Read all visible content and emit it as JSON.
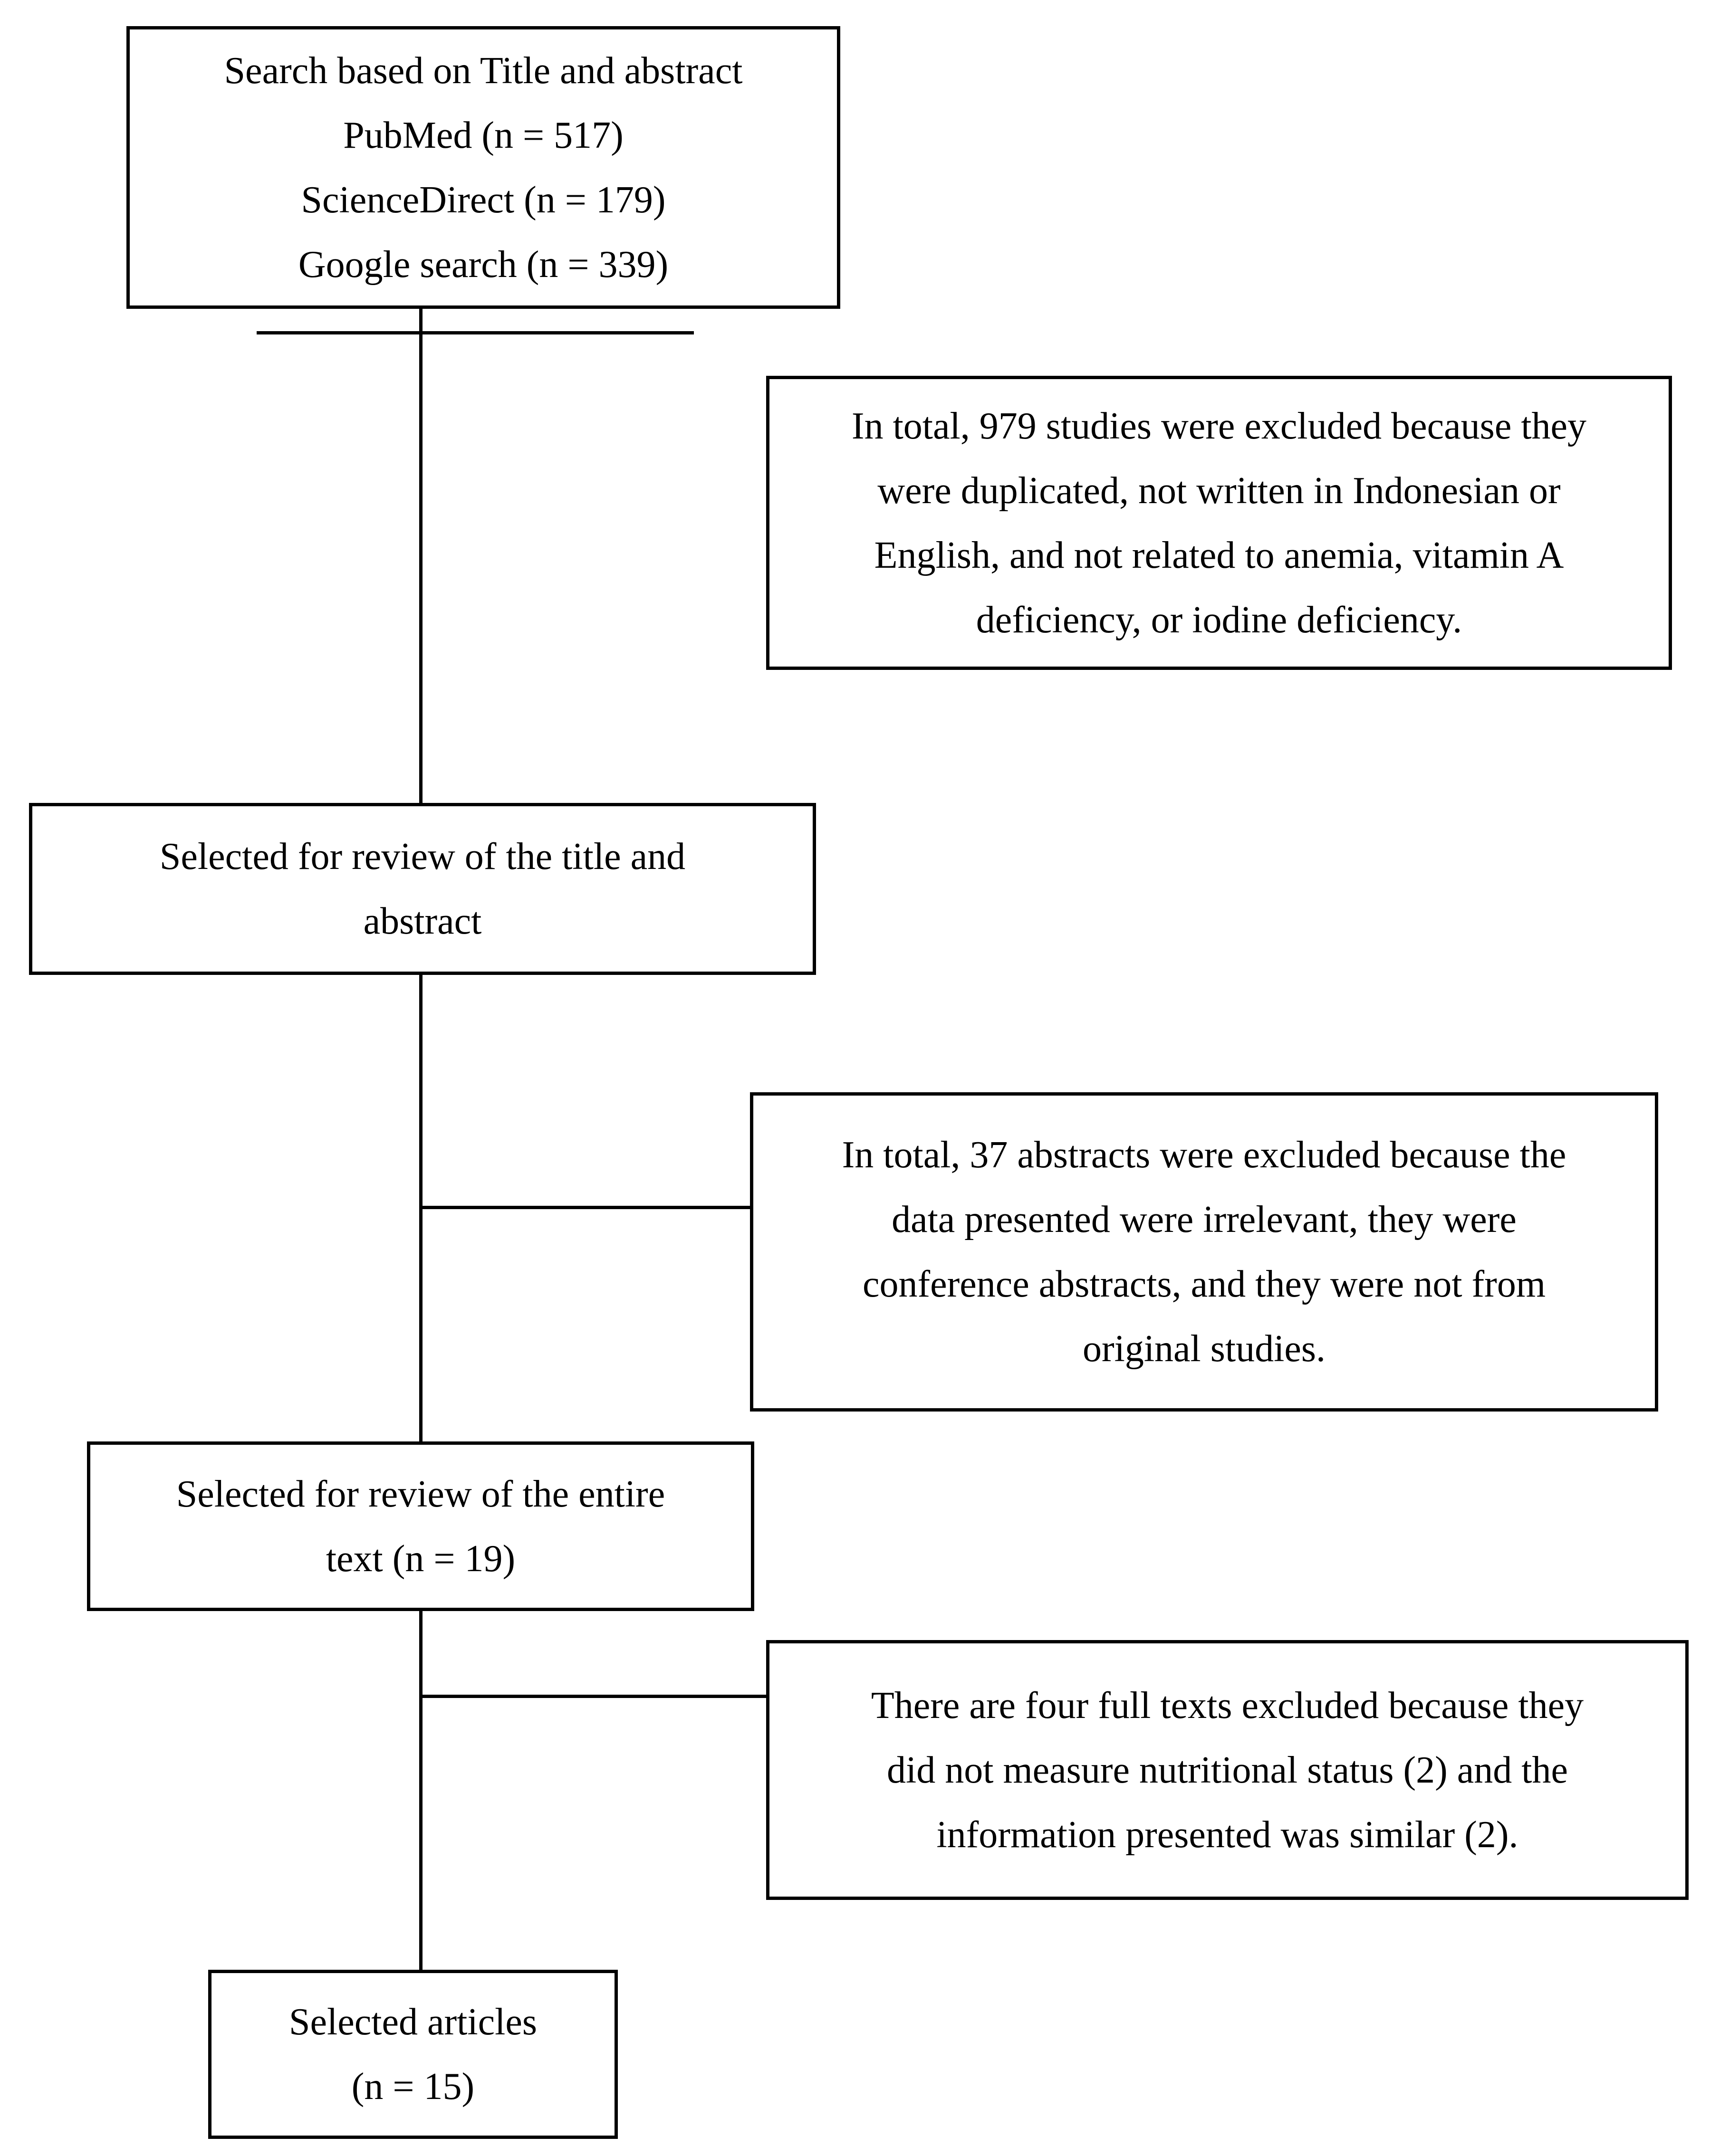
{
  "boxes": {
    "search": {
      "lines": [
        "Search based on Title and abstract",
        "PubMed (n = 517)",
        "ScienceDirect (n = 179)",
        "Google search (n = 339)"
      ]
    },
    "exclusion_1": {
      "lines": [
        "In total, 979 studies were excluded because they",
        "were duplicated, not written in Indonesian or",
        "English, and not related to anemia, vitamin A",
        "deficiency, or iodine deficiency."
      ]
    },
    "title_abstract_review": {
      "lines": [
        "Selected for review of the title and",
        "abstract"
      ]
    },
    "exclusion_2": {
      "lines": [
        "In total, 37 abstracts were excluded because the",
        "data presented were irrelevant, they were",
        "conference abstracts, and they were not from",
        "original studies."
      ]
    },
    "full_text_review": {
      "lines": [
        "Selected for review of the entire",
        "text (n = 19)"
      ]
    },
    "exclusion_3": {
      "lines": [
        "There are four full texts excluded because they",
        "did not measure nutritional status (2) and the",
        "information presented was similar (2)."
      ]
    },
    "selected_articles": {
      "lines": [
        "Selected articles",
        "(n = 15)"
      ]
    }
  }
}
